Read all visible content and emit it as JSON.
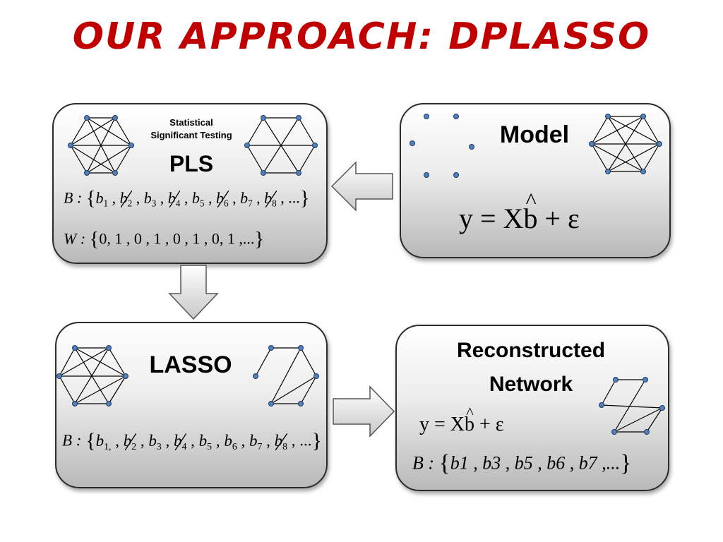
{
  "title": "OUR APPROACH: DPLASSO",
  "pls_box": {
    "caption_line1": "Statistical",
    "caption_line2": "Significant Testing",
    "label": "PLS",
    "b_prefix": "B :",
    "b_items": [
      "b1",
      "b2",
      "b3",
      "b4",
      "b5",
      "b6",
      "b7",
      "b8"
    ],
    "b_struck": [
      false,
      true,
      false,
      true,
      false,
      true,
      false,
      true
    ],
    "b_tail": "...",
    "w_prefix": "W :",
    "w_values": "0, 1 , 0 , 1 , 0 , 1 , 0, 1 ,..."
  },
  "model_box": {
    "label": "Model",
    "equation_lhs": "y = X",
    "equation_hat": "b",
    "equation_rhs": "+ ε"
  },
  "lasso_box": {
    "label": "LASSO",
    "b_prefix": "B :",
    "b_items": [
      "b1,",
      "b2",
      "b3",
      "b4",
      "b5",
      "b6",
      "b7",
      "b8"
    ],
    "b_struck": [
      false,
      true,
      false,
      true,
      false,
      false,
      false,
      true
    ],
    "b_tail": "..."
  },
  "result_box": {
    "label_line1": "Reconstructed",
    "label_line2": "Network",
    "equation_lhs": "y = X",
    "equation_hat": "b",
    "equation_rhs": "+ ε",
    "b_prefix": "B :",
    "b_values": "b1 , b3 , b5 , b6 , b7 ,..."
  },
  "colors": {
    "title": "#c00000",
    "node_fill": "#4f81bd",
    "node_stroke": "#1f3b63",
    "box_border": "#2b2b2b"
  }
}
